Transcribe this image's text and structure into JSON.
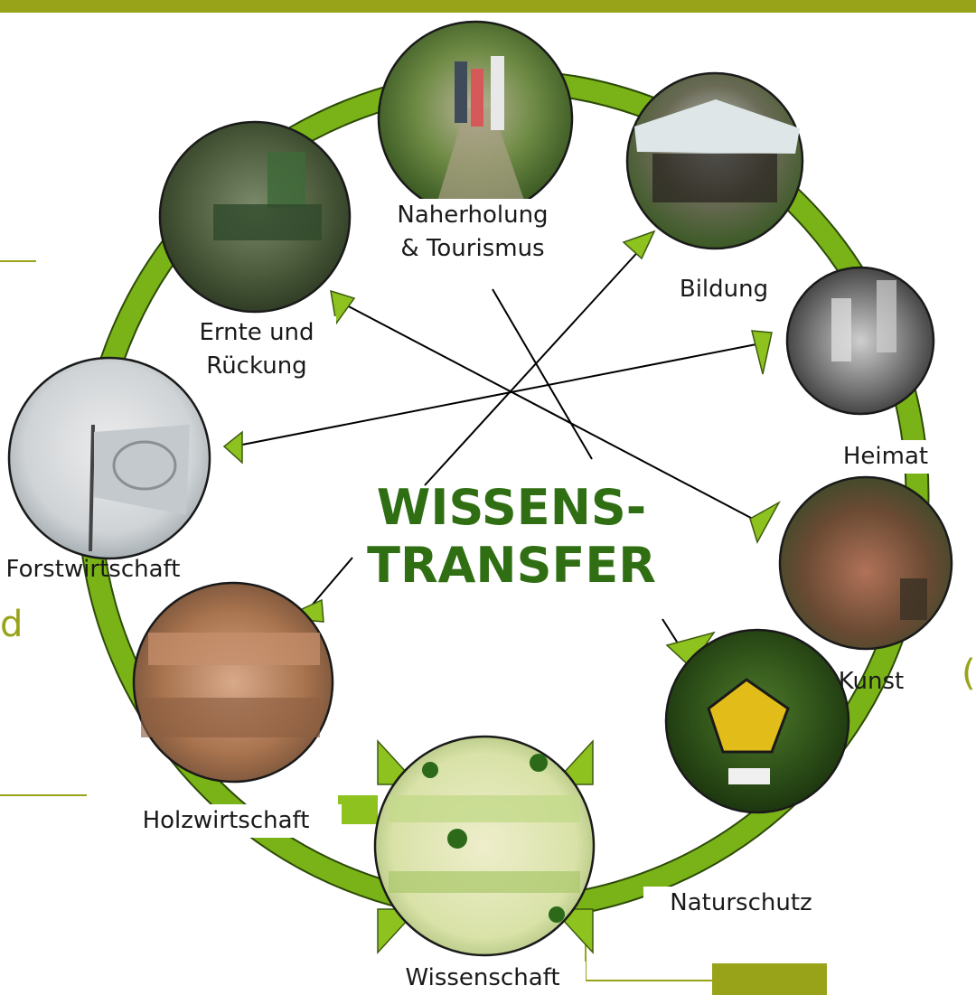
{
  "center": {
    "line1": "WISSENS-",
    "line2": "TRANSFER"
  },
  "nodes": [
    {
      "id": "naherholung",
      "label_line1": "Naherholung",
      "label_line2": "& Tourismus",
      "photo": "people-walking-forest-path"
    },
    {
      "id": "bildung",
      "label_line1": "Bildung",
      "label_line2": "",
      "photo": "forest-shelter-group"
    },
    {
      "id": "heimat",
      "label_line1": "Heimat",
      "label_line2": "",
      "photo": "historic-forest-workers-bw"
    },
    {
      "id": "kunst",
      "label_line1": "Kunst",
      "label_line2": "",
      "photo": "forest-art-installation"
    },
    {
      "id": "naturschutz",
      "label_line1": "Naturschutz",
      "label_line2": "",
      "photo": "owl-sign-in-forest"
    },
    {
      "id": "wissenschaft",
      "label_line1": "Wissenschaft",
      "label_line2": "",
      "photo": "forest-science-chart"
    },
    {
      "id": "holzwirtschaft",
      "label_line1": "Holzwirtschaft",
      "label_line2": "",
      "photo": "stacked-timber"
    },
    {
      "id": "forstwirtschaft",
      "label_line1": "Forstwirtschaft",
      "label_line2": "",
      "photo": "certification-flag"
    },
    {
      "id": "ernte",
      "label_line1": "Ernte und",
      "label_line2": "Rückung",
      "photo": "harvester-machine"
    }
  ],
  "side_fragments": {
    "left": "d",
    "right": "("
  },
  "colors": {
    "accent_olive": "#98a31a",
    "ring_green": "#7ab317",
    "ring_outline": "#2d4a08",
    "title_green": "#2f6e12",
    "arrowhead": "#8dc21f",
    "label_text": "#1a1a1a"
  }
}
